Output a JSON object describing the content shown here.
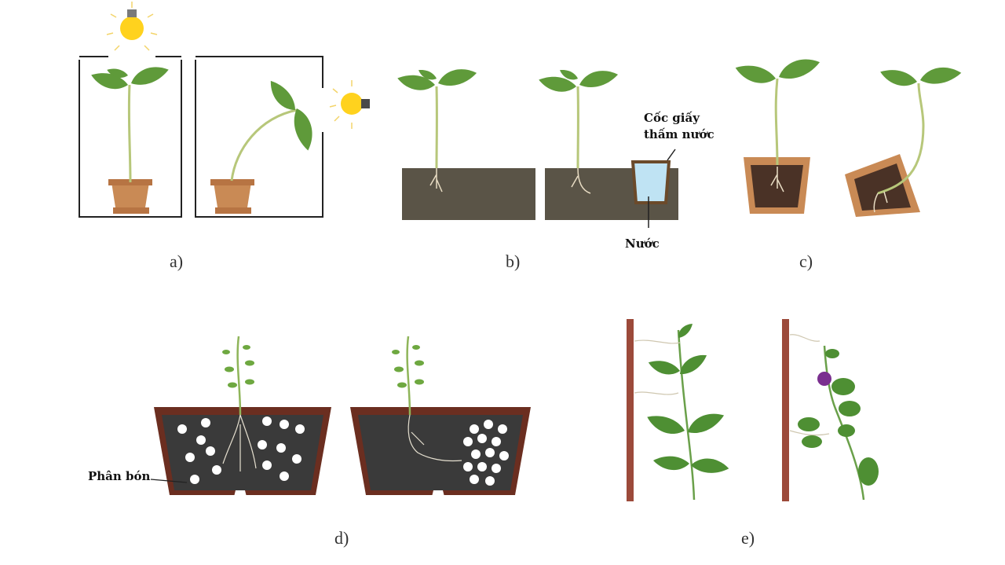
{
  "panels": {
    "a": {
      "caption": "a)"
    },
    "b": {
      "caption": "b)",
      "cup_label_line1": "Cốc giấy",
      "cup_label_line2": "thấm nước",
      "water_label": "Nước"
    },
    "c": {
      "caption": "c)"
    },
    "d": {
      "caption": "d)",
      "fertilizer_label": "Phân bón"
    },
    "e": {
      "caption": "e)"
    }
  },
  "colors": {
    "leaf": "#5f9a3a",
    "stem": "#b7c77a",
    "pot": "#c98a55",
    "soil": "#5a5447",
    "trough": "#6b2e20",
    "trough_soil": "#3a3a3a",
    "bulb": "#ffd21e",
    "water": "#bfe3f3",
    "stake": "#9c4a3a",
    "flower": "#7a2f8f"
  }
}
